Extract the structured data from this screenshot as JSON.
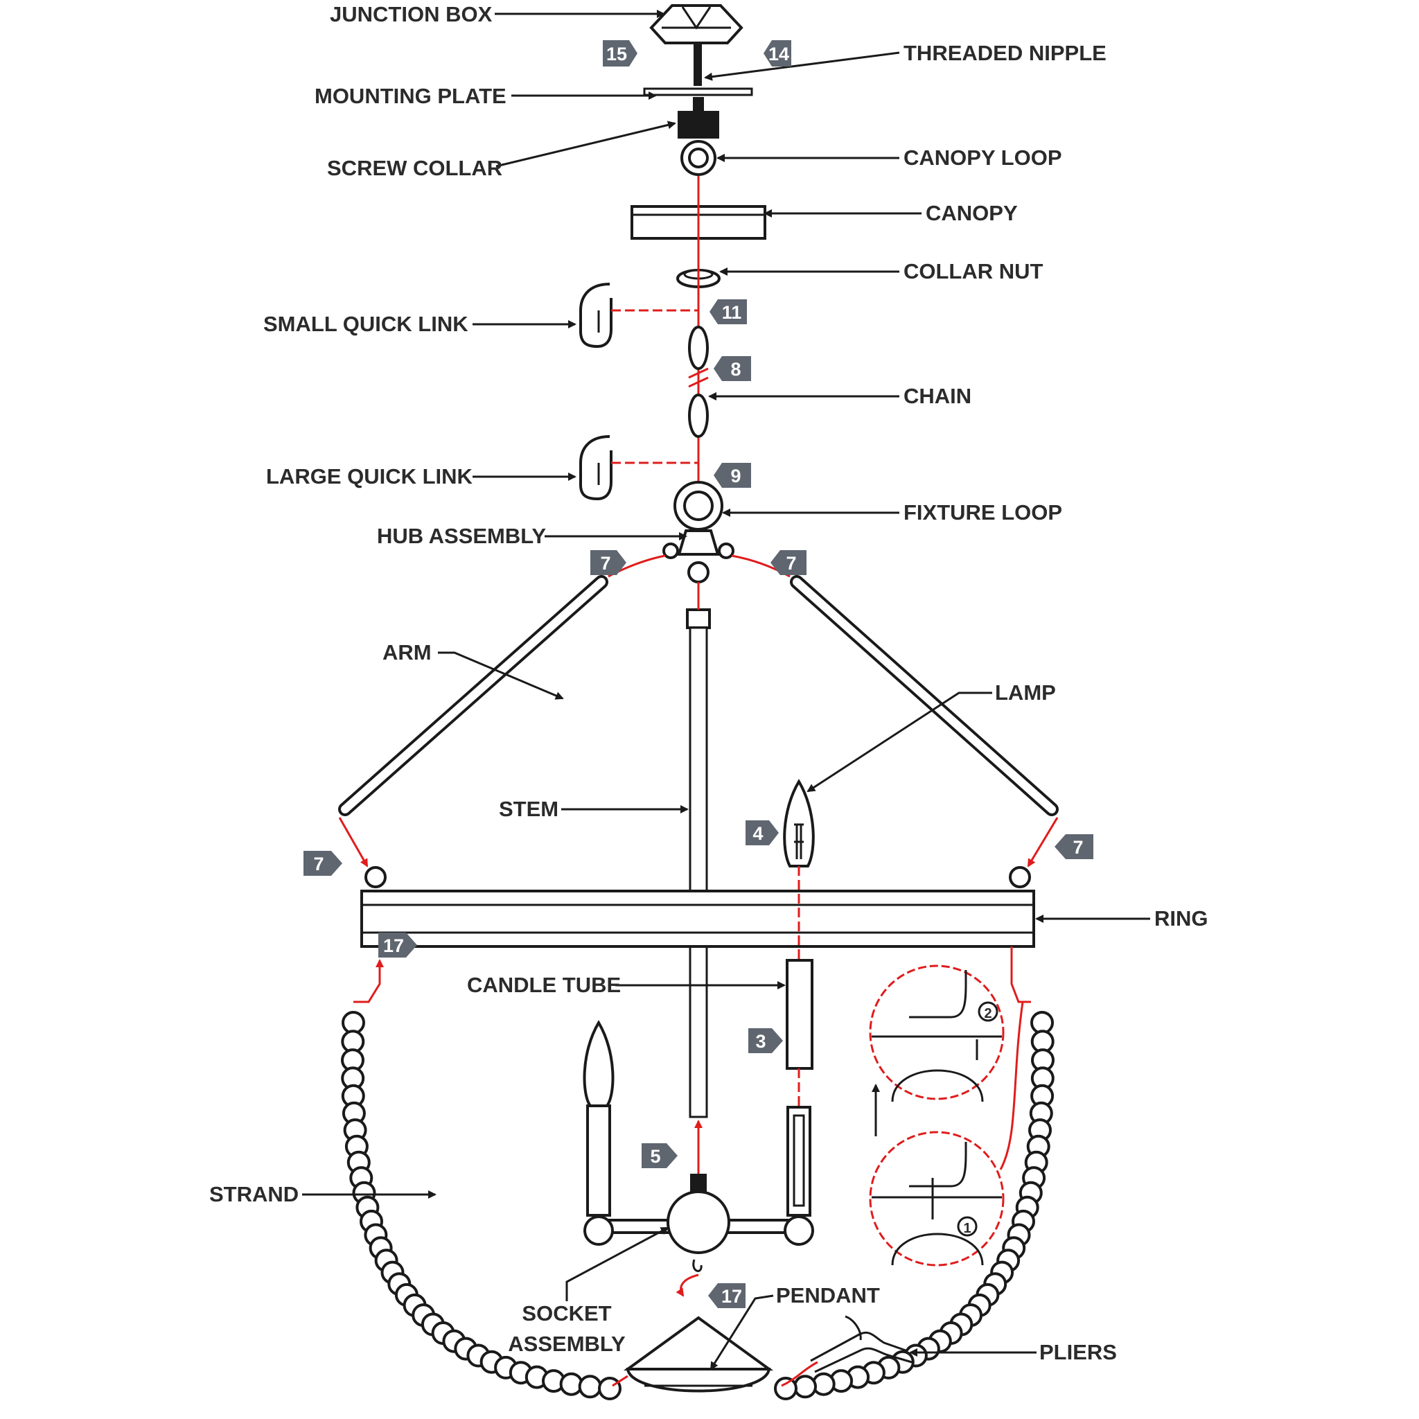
{
  "labels": {
    "junction_box": "JUNCTION BOX",
    "threaded_nipple": "THREADED NIPPLE",
    "mounting_plate": "MOUNTING PLATE",
    "screw_collar": "SCREW COLLAR",
    "canopy_loop": "CANOPY LOOP",
    "canopy": "CANOPY",
    "collar_nut": "COLLAR NUT",
    "small_quick_link": "SMALL QUICK LINK",
    "chain": "CHAIN",
    "large_quick_link": "LARGE QUICK LINK",
    "fixture_loop": "FIXTURE LOOP",
    "hub_assembly": "HUB ASSEMBLY",
    "arm": "ARM",
    "lamp": "LAMP",
    "stem": "STEM",
    "ring": "RING",
    "candle_tube": "CANDLE TUBE",
    "strand": "STRAND",
    "socket_assembly_1": "SOCKET",
    "socket_assembly_2": "ASSEMBLY",
    "pendant": "PENDANT",
    "pliers": "PLIERS"
  },
  "tags": {
    "t15": "15",
    "t14": "14",
    "t11": "11",
    "t8": "8",
    "t9": "9",
    "t7_hub_left": "7",
    "t7_hub_right": "7",
    "t7_ring_left": "7",
    "t7_ring_right": "7",
    "t4": "4",
    "t17_ring": "17",
    "t3": "3",
    "t5": "5",
    "t17_pendant": "17"
  },
  "steps": {
    "step1": "1",
    "step2": "2"
  },
  "colors": {
    "ink": "#1a1a1a",
    "guide": "#e01c1c",
    "tag": "#5f6670"
  }
}
